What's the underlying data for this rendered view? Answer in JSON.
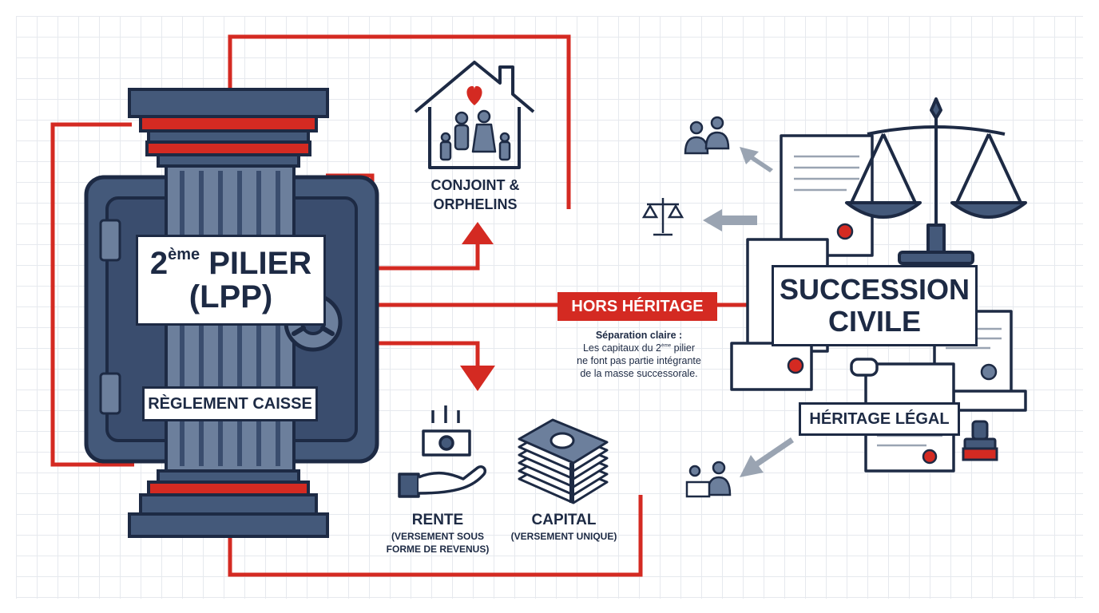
{
  "pillar": {
    "title_num": "2",
    "title_sup": "ème",
    "title_word": "PILIER",
    "title_line2": "(LPP)",
    "reglement": "RÈGLEMENT CAISSE"
  },
  "beneficiaries": {
    "line1": "CONJOINT &",
    "line2": "ORPHELINS"
  },
  "hors_heritage": {
    "label": "HORS HÉRITAGE",
    "note_title": "Séparation claire :",
    "note_pre": "Les capitaux du 2",
    "note_sup": "ème",
    "note_post": " pilier",
    "note_line3": "ne font pas partie intégrante",
    "note_line4": "de la masse successorale."
  },
  "rente": {
    "title": "RENTE",
    "sub1": "(VERSEMENT SOUS",
    "sub2": "FORME DE REVENUS)"
  },
  "capital": {
    "title": "CAPITAL",
    "sub": "(VERSEMENT UNIQUE)"
  },
  "succession": {
    "line1": "SUCCESSION",
    "line2": "CIVILE",
    "heritage": "HÉRITAGE LÉGAL"
  },
  "icons": [
    "vault-icon",
    "pillar-icon",
    "house-family-icon",
    "heart-icon",
    "hand-coin-icon",
    "money-stack-icon",
    "scales-icon",
    "document-icon",
    "stamp-icon",
    "couple-icon",
    "small-scales-icon",
    "people-desk-icon"
  ],
  "colors": {
    "accent": "#d42a22",
    "navy": "#1d2a44",
    "steel": "#44597a",
    "grid": "#e6e9ee"
  }
}
